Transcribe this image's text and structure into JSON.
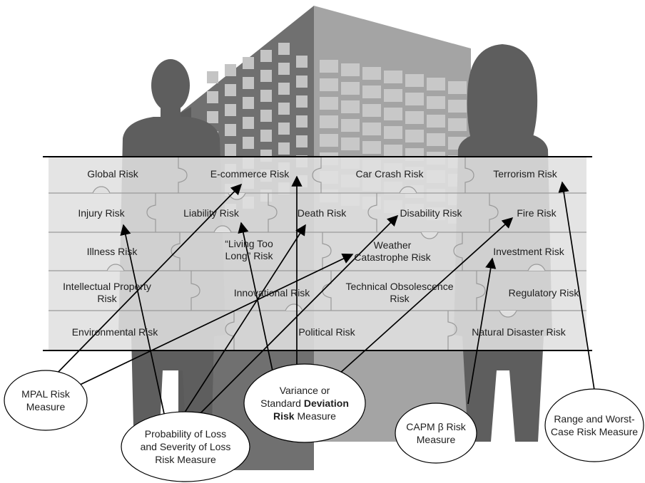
{
  "risks": {
    "global": "Global Risk",
    "ecommerce": "E-commerce Risk",
    "car_crash": "Car Crash Risk",
    "terrorism": "Terrorism Risk",
    "injury": "Injury Risk",
    "liability": "Liability Risk",
    "death": "Death Risk",
    "disability": "Disability Risk",
    "fire": "Fire Risk",
    "illness": "Illness Risk",
    "living_too_long_1": "“Living Too",
    "living_too_long_2": "Long” Risk",
    "weather_1": "Weather",
    "weather_2": "Catastrophe Risk",
    "investment": "Investment Risk",
    "intellectual_1": "Intellectual Property",
    "intellectual_2": "Risk",
    "innovational": "Innovational Risk",
    "technical_1": "Technical Obsolescence",
    "technical_2": "Risk",
    "regulatory": "Regulatory Risk",
    "environmental": "Environmental Risk",
    "political": "Political Risk",
    "natural_disaster": "Natural Disaster Risk"
  },
  "measures": {
    "mpal_1": "MPAL Risk",
    "mpal_2": "Measure",
    "prob_1": "Probability of Loss",
    "prob_2": "and Severity of Loss",
    "prob_3": "Risk Measure",
    "var_1": "Variance or",
    "var_2a": "Standard ",
    "var_2b": "Deviation",
    "var_3a": "Risk",
    "var_3b": " Measure",
    "capm_1": "CAPM β Risk",
    "capm_2": "Measure",
    "range_1": "Range and Worst-",
    "range_2": "Case Risk Measure"
  }
}
